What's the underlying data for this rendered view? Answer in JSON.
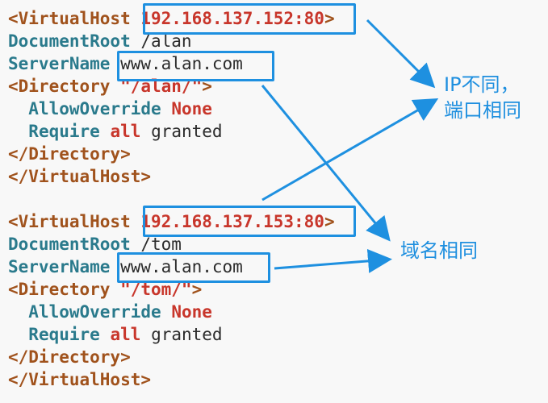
{
  "blocks": [
    {
      "vh_open_tag": "<VirtualHost ",
      "vh_address": "192.168.137.152:80",
      "vh_close_bracket": ">",
      "docroot_kw": "DocumentRoot",
      "docroot_val": " /alan",
      "servername_kw": "ServerName",
      "servername_val": "www.alan.com",
      "dir_open": "<Directory ",
      "dir_path": "\"/alan/\"",
      "dir_close": ">",
      "allow_kw": "AllowOverride",
      "allow_val": "None",
      "require_kw": "Require",
      "require_all": "all",
      "require_granted": "granted",
      "dir_end": "</Directory>",
      "vh_end": "</VirtualHost>"
    },
    {
      "vh_open_tag": "<VirtualHost ",
      "vh_address": "192.168.137.153:80",
      "vh_close_bracket": ">",
      "docroot_kw": "DocumentRoot",
      "docroot_val": " /tom",
      "servername_kw": "ServerName",
      "servername_val": "www.alan.com",
      "dir_open": "<Directory ",
      "dir_path": "\"/tom/\"",
      "dir_close": ">",
      "allow_kw": "AllowOverride",
      "allow_val": "None",
      "require_kw": "Require",
      "require_all": "all",
      "require_granted": "granted",
      "dir_end": "</Directory>",
      "vh_end": "</VirtualHost>"
    }
  ],
  "annotations": {
    "ip_line1": "IP不同，",
    "ip_line2": "端口相同",
    "domain": "域名相同"
  },
  "colors": {
    "accent": "#1e90e0",
    "tag": "#a0521c",
    "keyword": "#2a7a8c",
    "value": "#c8362b"
  }
}
